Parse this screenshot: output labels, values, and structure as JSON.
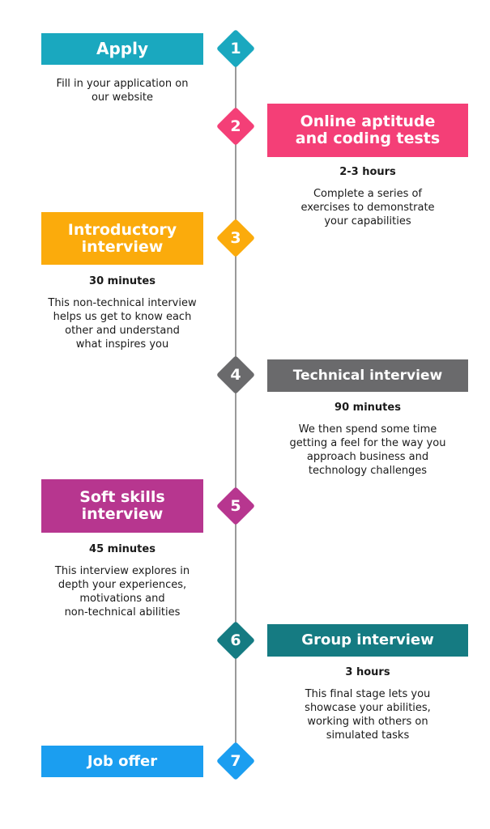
{
  "colors": {
    "step1": "#1aa8bf",
    "step2": "#f43f77",
    "step3": "#fbab0c",
    "step4": "#6a6a6c",
    "step5": "#b7368f",
    "step6": "#157b82",
    "step7": "#1b9ef0",
    "timeline": "#9a9a9a"
  },
  "steps": [
    {
      "num": "1",
      "title": "Apply",
      "duration": "",
      "description": "Fill in your application on\nour website"
    },
    {
      "num": "2",
      "title": "Online aptitude and coding tests",
      "duration": "2-3 hours",
      "description": "Complete a series of\nexercises to demonstrate\nyour capabilities"
    },
    {
      "num": "3",
      "title": "Introductory interview",
      "duration": "30 minutes",
      "description": "This non-technical interview\nhelps us get to know each\nother and understand\nwhat inspires you"
    },
    {
      "num": "4",
      "title": "Technical interview",
      "duration": "90 minutes",
      "description": "We then spend some time\ngetting a feel for the way you\napproach business and\ntechnology challenges"
    },
    {
      "num": "5",
      "title": "Soft skills interview",
      "duration": "45 minutes",
      "description": "This  interview explores in\ndepth your experiences,\nmotivations and\nnon-technical abilities"
    },
    {
      "num": "6",
      "title": "Group interview",
      "duration": "3 hours",
      "description": "This final stage lets you\nshowcase your abilities,\nworking with others on\nsimulated tasks"
    },
    {
      "num": "7",
      "title": "Job offer",
      "duration": "",
      "description": ""
    }
  ]
}
